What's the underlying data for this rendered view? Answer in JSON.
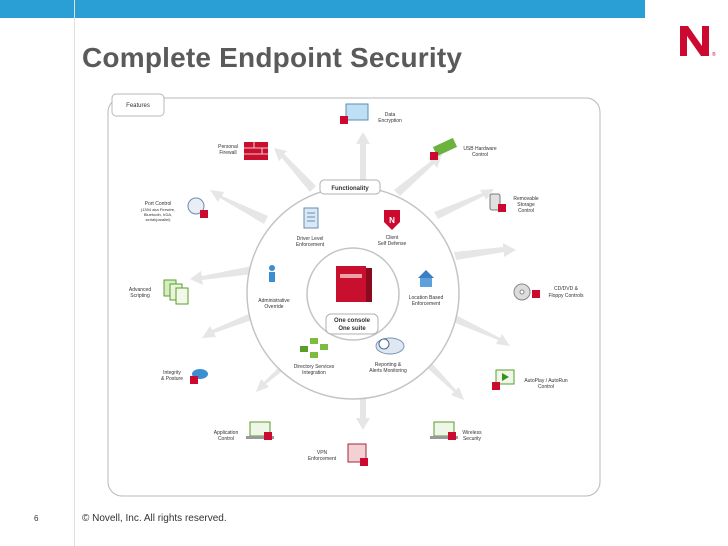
{
  "slide": {
    "title": "Complete Endpoint Security",
    "footer": "© Novell, Inc.  All rights reserved.",
    "page_number": "6",
    "brand_color": "#2a9fd6",
    "accent_red": "#cc0a2f"
  },
  "diagram": {
    "features_tab": "Features",
    "functionality_label": "Functionality",
    "center_label_line1": "One console",
    "center_label_line2": "One suite",
    "outer_items": {
      "data_encryption": [
        "Data",
        "Encryption"
      ],
      "usb_hardware": [
        "USB Hardware",
        "Control"
      ],
      "removable_storage": [
        "Removable",
        "Storage",
        "Control"
      ],
      "cd_dvd": [
        "CD/DVD &",
        "Floppy Controls"
      ],
      "autoplay": [
        "AutoPlay / AutoRun",
        "Control"
      ],
      "wireless": [
        "Wireless",
        "Security"
      ],
      "vpn": [
        "VPN",
        "Enforcement"
      ],
      "application": [
        "Application",
        "Control"
      ],
      "integrity": [
        "Integrity",
        "& Posture"
      ],
      "advanced_scripting": [
        "Advanced",
        "Scripting"
      ],
      "port_control": [
        "Port Control",
        "(1394 aka Firewire,",
        "Bluetooth, IrDA,",
        "serial/parallel)"
      ],
      "personal_firewall": [
        "Personal",
        "Firewall"
      ]
    },
    "inner_items": {
      "driver_level": [
        "Driver Level",
        "Enforcement"
      ],
      "client_self_defense": [
        "Client",
        "Self Defense"
      ],
      "location_based": [
        "Location Based",
        "Enforcement"
      ],
      "reporting": [
        "Reporting &",
        "Alerts Monitoring"
      ],
      "directory_services": [
        "Directory Services",
        "Integration"
      ],
      "administrative": [
        "Administrative",
        "Override"
      ]
    }
  }
}
